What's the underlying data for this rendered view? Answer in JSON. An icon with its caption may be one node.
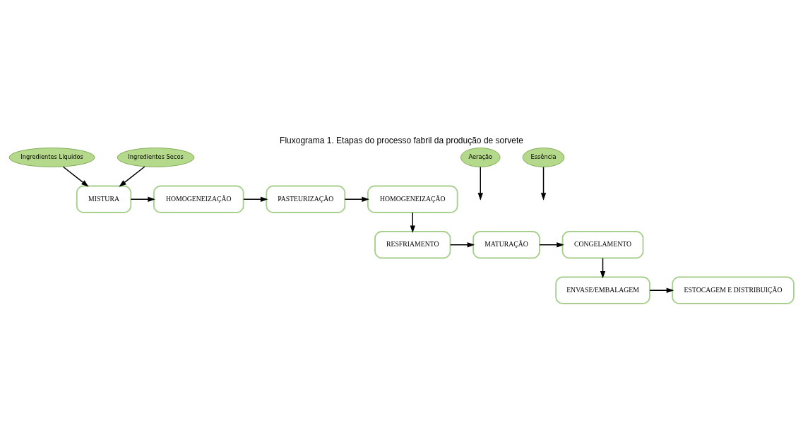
{
  "diagram": {
    "title": "Fluxograma 1. Etapas do processo fabril da produção de sorvete",
    "nodes": [
      {
        "text": [
          "Ingredientes Líquidos"
        ]
      },
      {
        "text": [
          "Ingredientes Secos"
        ]
      },
      {
        "text": [
          "MISTURA"
        ]
      },
      {
        "text": [
          "HOMOGENEIZAÇÃO"
        ]
      },
      {
        "text": [
          "PASTEURIZAÇÃO"
        ]
      },
      {
        "text": [
          "HOMOGENEIZAÇÃO"
        ]
      },
      {
        "text": [
          "Aeração"
        ]
      },
      {
        "text": [
          "Essência"
        ]
      },
      {
        "text": [
          "CONGELAMENTO"
        ]
      },
      {
        "text": [
          "MATURAÇÃO"
        ]
      },
      {
        "text": [
          "RESFRIAMENTO"
        ]
      },
      {
        "text": [
          "ENVASE/EMBALAGEM"
        ]
      },
      {
        "text": [
          "ESTOCAGEM E DISTRIBUIÇÃO"
        ]
      }
    ],
    "edges": [
      {
        "from": 0,
        "to": 2,
        "arrow": "to"
      },
      {
        "from": 1,
        "to": 2,
        "arrow": "to"
      },
      {
        "from": 2,
        "to": 3,
        "arrow": "to"
      },
      {
        "from": 3,
        "to": 4,
        "arrow": "to"
      },
      {
        "from": 4,
        "to": 5,
        "arrow": "to"
      },
      {
        "from": 5,
        "to": 10,
        "arrow": "to"
      },
      {
        "from": 10,
        "to": 9,
        "arrow": "to"
      },
      {
        "from": 9,
        "to": 8,
        "arrow": "to"
      },
      {
        "from": 6,
        "to": null,
        "arrow": "to"
      },
      {
        "from": 7,
        "to": null,
        "arrow": "to"
      },
      {
        "from": 8,
        "to": 11,
        "arrow": "to"
      },
      {
        "from": 11,
        "to": 12,
        "arrow": "to"
      }
    ]
  }
}
